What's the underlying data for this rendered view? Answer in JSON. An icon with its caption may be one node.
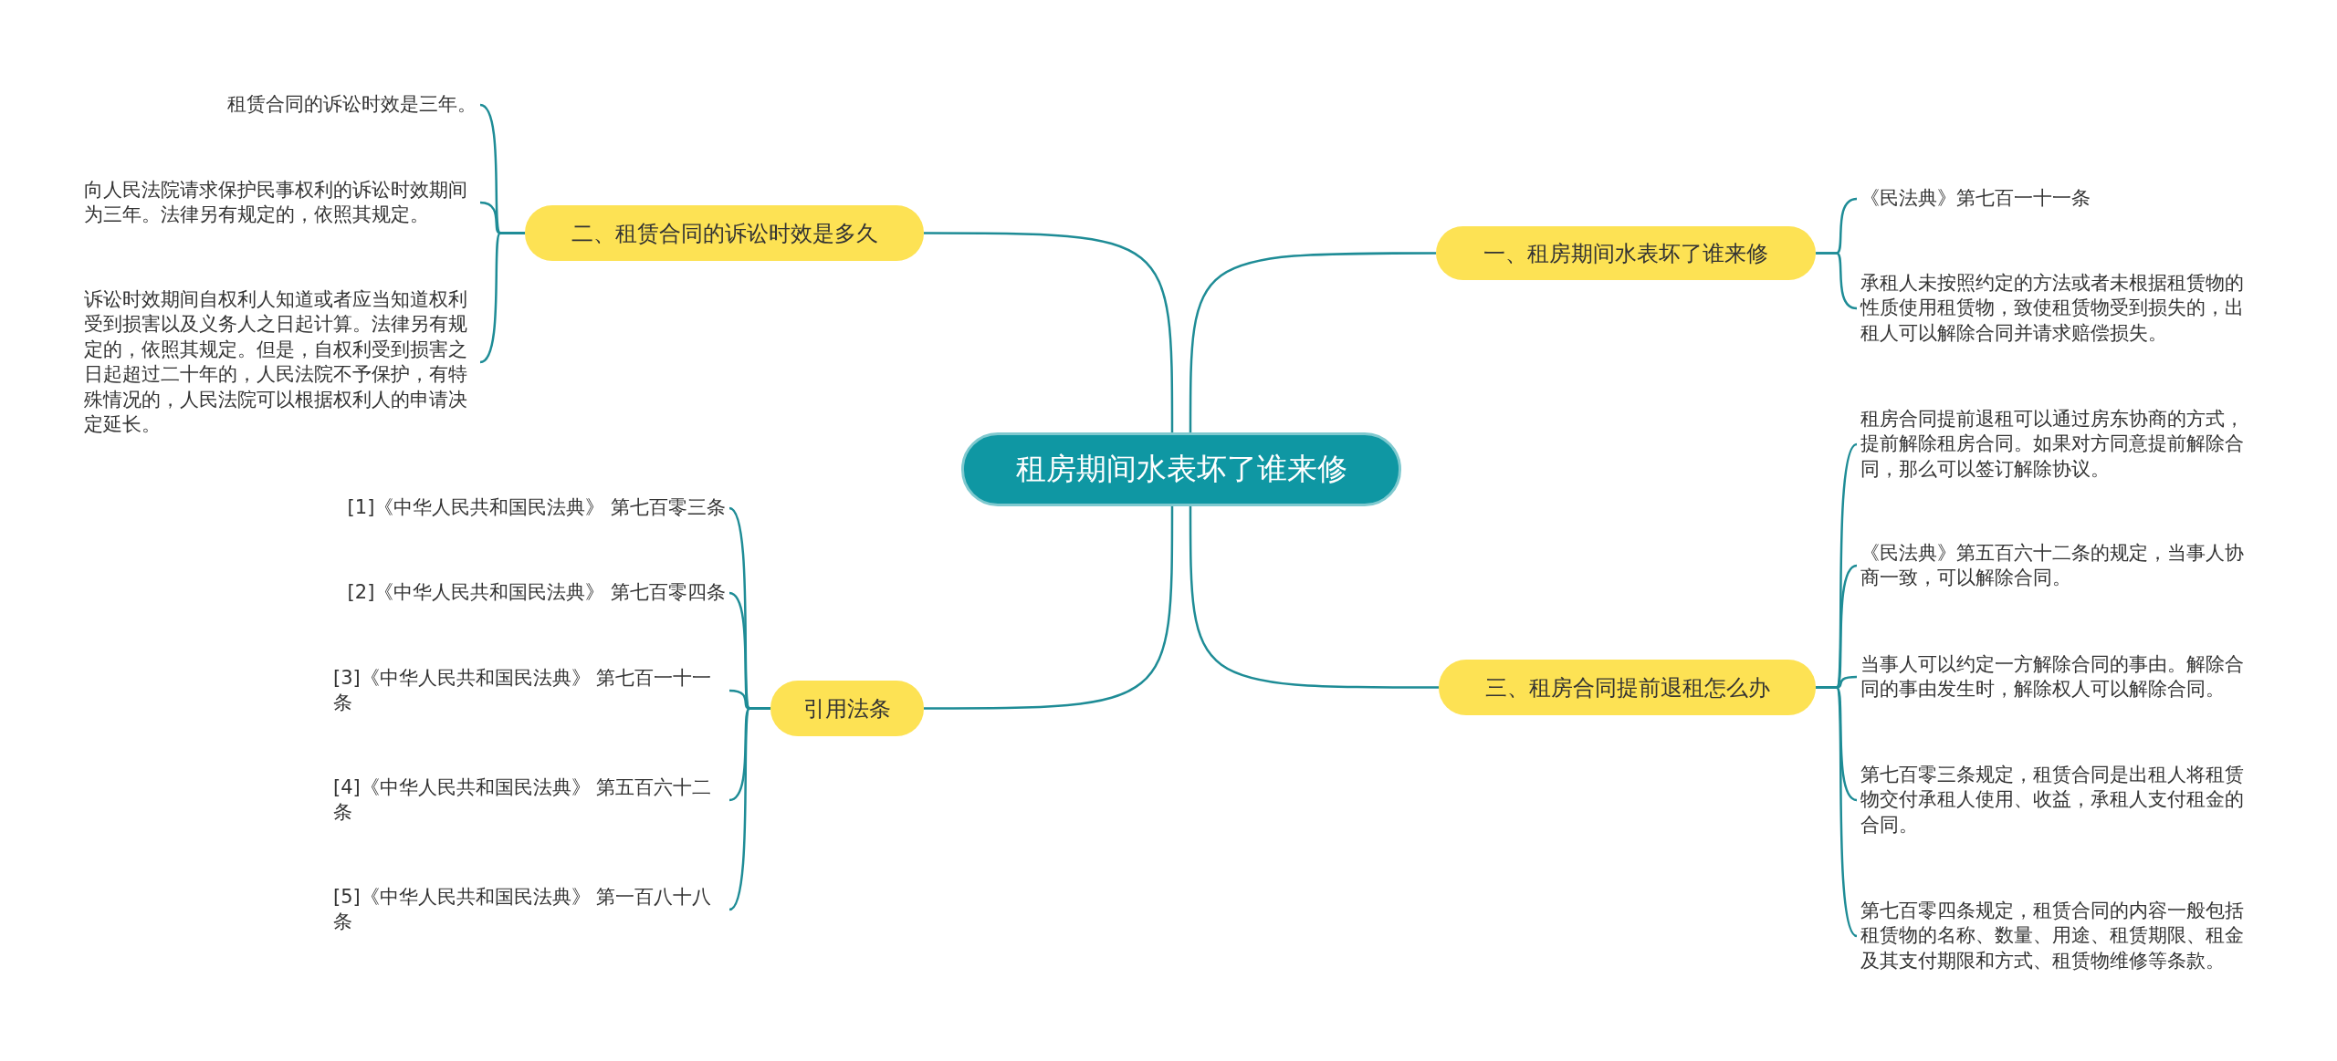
{
  "diagram": {
    "nodes": [
      {
        "text": [
          "租房期间水表坏了谁来修"
        ]
      },
      {
        "text": [
          "一、租房期间水表坏了谁来修"
        ]
      },
      {
        "text": [
          "《民法典》第七百一十一条"
        ]
      },
      {
        "text": [
          "承租人未按照约定的方法或者未根据租赁物的性质使用租赁物，致使租赁物受到损失的，出租人可以解除合同并请求赔偿损失。"
        ]
      },
      {
        "text": [
          "二、租赁合同的诉讼时效是多久"
        ]
      },
      {
        "text": [
          "租赁合同的诉讼时效是三年。"
        ]
      },
      {
        "text": [
          "向人民法院请求保护民事权利的诉讼时效期间为三年。法律另有规定的，依照其规定。"
        ]
      },
      {
        "text": [
          "诉讼时效期间自权利人知道或者应当知道权利受到损害以及义务人之日起计算。法律另有规定的，依照其规定。但是，自权利受到损害之日起超过二十年的，人民法院不予保护，有特殊情况的，人民法院可以根据权利人的申请决定延长。"
        ]
      },
      {
        "text": [
          "三、租房合同提前退租怎么办"
        ]
      },
      {
        "text": [
          "租房合同提前退租可以通过房东协商的方式，提前解除租房合同。如果对方同意提前解除合同，那么可以签订解除协议。"
        ]
      },
      {
        "text": [
          "《民法典》第五百六十二条的规定，当事人协商一致，可以解除合同。"
        ]
      },
      {
        "text": [
          "当事人可以约定一方解除合同的事由。解除合同的事由发生时，解除权人可以解除合同。"
        ]
      },
      {
        "text": [
          "第七百零三条规定，租赁合同是出租人将租赁物交付承租人使用、收益，承租人支付租金的合同。"
        ]
      },
      {
        "text": [
          "第七百零四条规定，租赁合同的内容一般包括租赁物的名称、数量、用途、租赁期限、租金及其支付期限和方式、租赁物维修等条款。"
        ]
      },
      {
        "text": [
          "引用法条"
        ]
      },
      {
        "text": [
          "[1]《中华人民共和国民法典》 第七百零三条"
        ]
      },
      {
        "text": [
          "[2]《中华人民共和国民法典》 第七百零四条"
        ]
      },
      {
        "text": [
          "[3]《中华人民共和国民法典》 第七百一十一条"
        ]
      },
      {
        "text": [
          "[4]《中华人民共和国民法典》 第五百六十二条"
        ]
      },
      {
        "text": [
          "[5]《中华人民共和国民法典》 第一百八十八条"
        ]
      }
    ],
    "edges": [
      {
        "from": 0,
        "to": 1,
        "arrow": "none"
      },
      {
        "from": 1,
        "to": 2,
        "arrow": "none"
      },
      {
        "from": 1,
        "to": 3,
        "arrow": "none"
      },
      {
        "from": 0,
        "to": 4,
        "arrow": "none"
      },
      {
        "from": 4,
        "to": 5,
        "arrow": "none"
      },
      {
        "from": 4,
        "to": 6,
        "arrow": "none"
      },
      {
        "from": 4,
        "to": 7,
        "arrow": "none"
      },
      {
        "from": 0,
        "to": 8,
        "arrow": "none"
      },
      {
        "from": 8,
        "to": 9,
        "arrow": "none"
      },
      {
        "from": 8,
        "to": 10,
        "arrow": "none"
      },
      {
        "from": 8,
        "to": 11,
        "arrow": "none"
      },
      {
        "from": 8,
        "to": 12,
        "arrow": "none"
      },
      {
        "from": 8,
        "to": 13,
        "arrow": "none"
      },
      {
        "from": 0,
        "to": 14,
        "arrow": "none"
      },
      {
        "from": 14,
        "to": 15,
        "arrow": "none"
      },
      {
        "from": 14,
        "to": 16,
        "arrow": "none"
      },
      {
        "from": 14,
        "to": 17,
        "arrow": "none"
      },
      {
        "from": 14,
        "to": 18,
        "arrow": "none"
      },
      {
        "from": 14,
        "to": 19,
        "arrow": "none"
      }
    ]
  }
}
